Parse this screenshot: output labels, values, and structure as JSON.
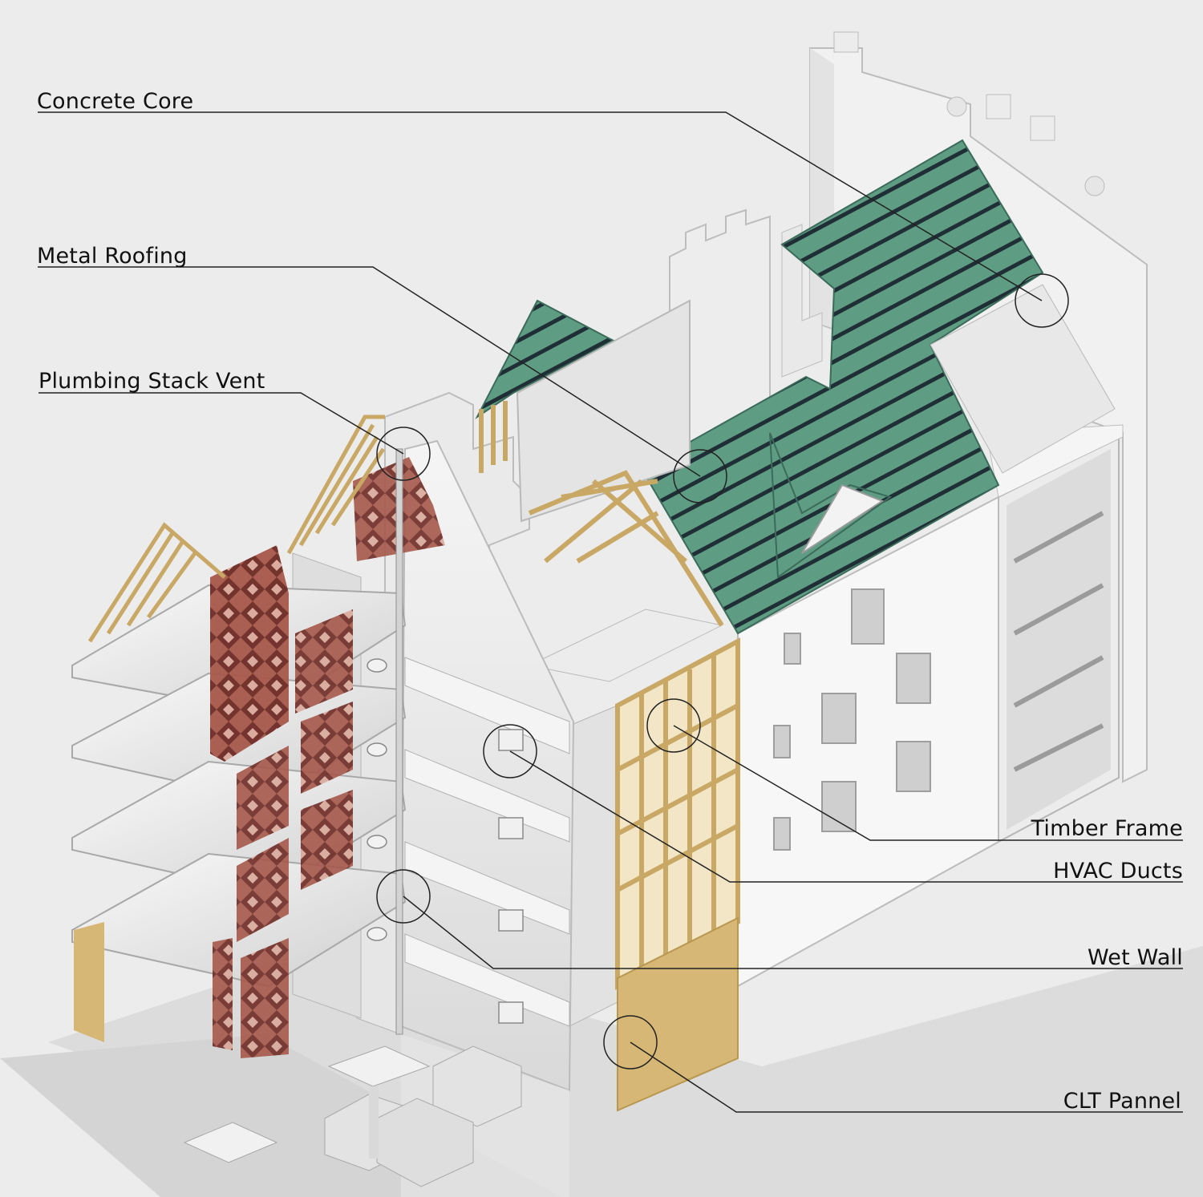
{
  "diagram": {
    "labels": {
      "concrete_core": "Concrete Core",
      "metal_roofing": "Metal Roofing",
      "plumbing_stack_vent": "Plumbing Stack Vent",
      "timber_frame": "Timber Frame",
      "hvac_ducts": "HVAC Ducts",
      "wet_wall": "Wet Wall",
      "clt_pannel": "CLT Pannel"
    },
    "colors": {
      "background": "#ececec",
      "roof_green": "#5e9c84",
      "roof_stripe": "#1f2f35",
      "timber": "#e0c48a",
      "clt": "#d7b775",
      "brick_panel": "#8f3d33",
      "wall_white": "#f4f4f4",
      "wall_shadow": "#c9c9c9",
      "line": "#222222"
    }
  }
}
